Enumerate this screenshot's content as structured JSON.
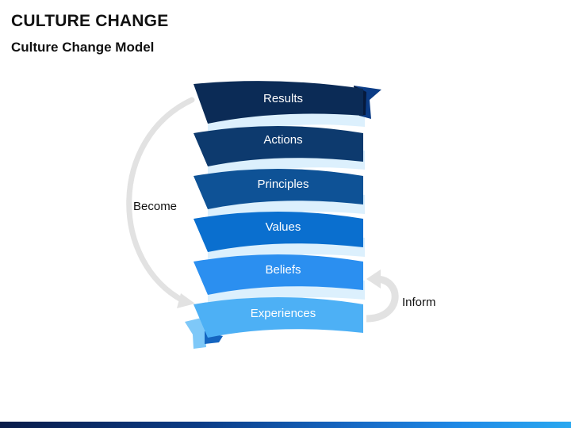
{
  "title": "CULTURE CHANGE",
  "subtitle": "Culture Change Model",
  "bands": [
    {
      "label": "Results",
      "color": "#0b2b56"
    },
    {
      "label": "Actions",
      "color": "#0d3a6e"
    },
    {
      "label": "Principles",
      "color": "#0e5296"
    },
    {
      "label": "Values",
      "color": "#0a6fcf"
    },
    {
      "label": "Beliefs",
      "color": "#2b8ff0"
    },
    {
      "label": "Experiences",
      "color": "#4db0f5"
    }
  ],
  "arrows": {
    "become_label": "Become",
    "inform_label": "Inform",
    "arrow_color": "#e2e2e2"
  },
  "accent_shadow_color": "#bfe3fb",
  "bottom_bar_colors": [
    "#0a1c4a",
    "#2aa8f0"
  ]
}
